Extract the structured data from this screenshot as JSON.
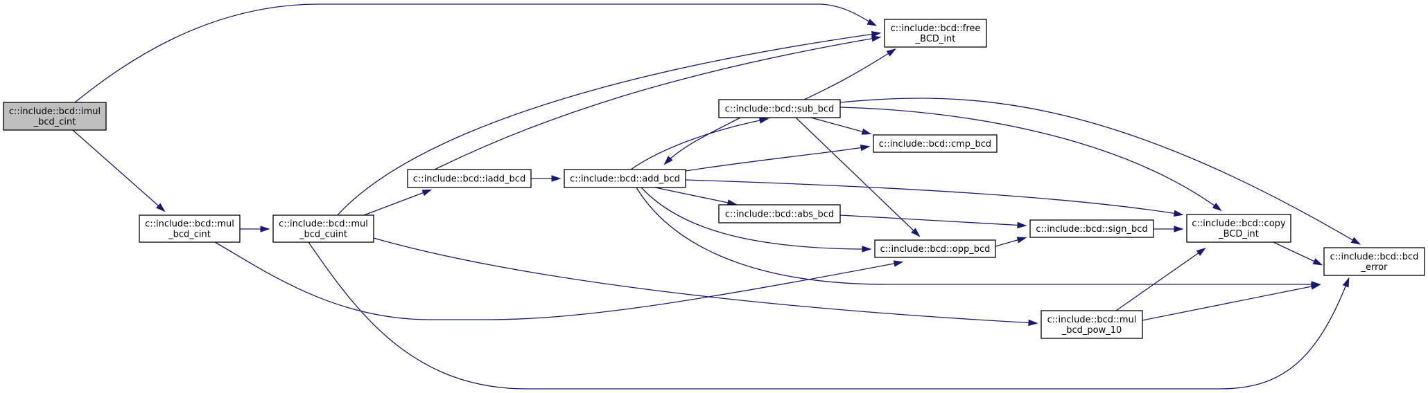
{
  "diagram": {
    "type": "call-graph",
    "colors": {
      "edge": "#191970",
      "node_fill": "#ffffff",
      "root_fill": "#bfbfbf",
      "node_border": "#000000"
    },
    "nodes": [
      {
        "id": "imul_bcd_cint",
        "lines": [
          "c::include::bcd::imul",
          "_bcd_cint"
        ],
        "root": true
      },
      {
        "id": "mul_bcd_cint",
        "lines": [
          "c::include::bcd::mul",
          "_bcd_cint"
        ]
      },
      {
        "id": "mul_bcd_cuint",
        "lines": [
          "c::include::bcd::mul",
          "_bcd_cuint"
        ]
      },
      {
        "id": "iadd_bcd",
        "lines": [
          "c::include::bcd::iadd_bcd"
        ]
      },
      {
        "id": "add_bcd",
        "lines": [
          "c::include::bcd::add_bcd"
        ]
      },
      {
        "id": "sub_bcd",
        "lines": [
          "c::include::bcd::sub_bcd"
        ]
      },
      {
        "id": "cmp_bcd",
        "lines": [
          "c::include::bcd::cmp_bcd"
        ]
      },
      {
        "id": "abs_bcd",
        "lines": [
          "c::include::bcd::abs_bcd"
        ]
      },
      {
        "id": "opp_bcd",
        "lines": [
          "c::include::bcd::opp_bcd"
        ]
      },
      {
        "id": "sign_bcd",
        "lines": [
          "c::include::bcd::sign_bcd"
        ]
      },
      {
        "id": "copy_BCD_int",
        "lines": [
          "c::include::bcd::copy",
          "_BCD_int"
        ]
      },
      {
        "id": "free_BCD_int",
        "lines": [
          "c::include::bcd::free",
          "_BCD_int"
        ]
      },
      {
        "id": "mul_bcd_pow_10",
        "lines": [
          "c::include::bcd::mul",
          "_bcd_pow_10"
        ]
      },
      {
        "id": "bcd_error",
        "lines": [
          "c::include::bcd::bcd",
          "_error"
        ]
      }
    ],
    "edges": [
      {
        "from": "imul_bcd_cint",
        "to": "free_BCD_int"
      },
      {
        "from": "imul_bcd_cint",
        "to": "mul_bcd_cint"
      },
      {
        "from": "mul_bcd_cint",
        "to": "mul_bcd_cuint"
      },
      {
        "from": "mul_bcd_cint",
        "to": "opp_bcd"
      },
      {
        "from": "mul_bcd_cuint",
        "to": "free_BCD_int"
      },
      {
        "from": "mul_bcd_cuint",
        "to": "iadd_bcd"
      },
      {
        "from": "mul_bcd_cuint",
        "to": "mul_bcd_pow_10"
      },
      {
        "from": "mul_bcd_cuint",
        "to": "bcd_error"
      },
      {
        "from": "iadd_bcd",
        "to": "free_BCD_int"
      },
      {
        "from": "iadd_bcd",
        "to": "add_bcd"
      },
      {
        "from": "add_bcd",
        "to": "sub_bcd"
      },
      {
        "from": "add_bcd",
        "to": "cmp_bcd"
      },
      {
        "from": "add_bcd",
        "to": "abs_bcd"
      },
      {
        "from": "add_bcd",
        "to": "copy_BCD_int"
      },
      {
        "from": "add_bcd",
        "to": "opp_bcd"
      },
      {
        "from": "add_bcd",
        "to": "bcd_error"
      },
      {
        "from": "sub_bcd",
        "to": "free_BCD_int"
      },
      {
        "from": "sub_bcd",
        "to": "add_bcd"
      },
      {
        "from": "sub_bcd",
        "to": "cmp_bcd"
      },
      {
        "from": "sub_bcd",
        "to": "opp_bcd"
      },
      {
        "from": "sub_bcd",
        "to": "copy_BCD_int"
      },
      {
        "from": "sub_bcd",
        "to": "bcd_error"
      },
      {
        "from": "abs_bcd",
        "to": "sign_bcd"
      },
      {
        "from": "opp_bcd",
        "to": "sign_bcd"
      },
      {
        "from": "sign_bcd",
        "to": "copy_BCD_int"
      },
      {
        "from": "copy_BCD_int",
        "to": "bcd_error"
      },
      {
        "from": "mul_bcd_pow_10",
        "to": "copy_BCD_int"
      },
      {
        "from": "mul_bcd_pow_10",
        "to": "bcd_error"
      }
    ]
  }
}
